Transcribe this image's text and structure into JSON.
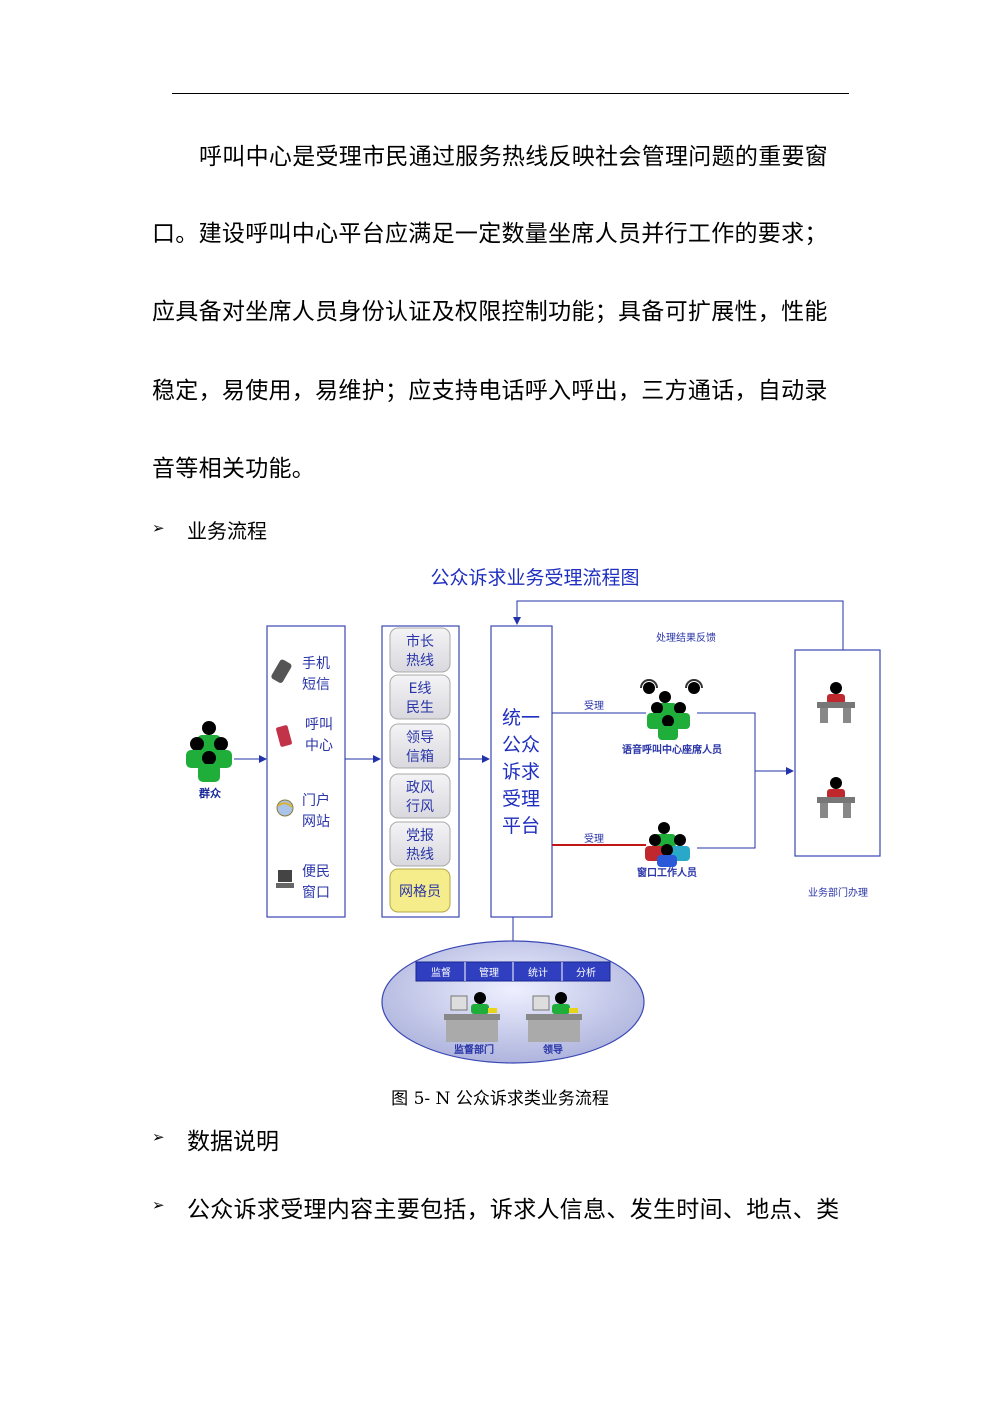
{
  "paragraph": {
    "lines": [
      "呼叫中心是受理市民通过服务热线反映社会管理问题的重要窗",
      "口。建设呼叫中心平台应满足一定数量坐席人员并行工作的要求；",
      "应具备对坐席人员身份认证及权限控制功能；具备可扩展性，性能",
      "稳定，易使用，易维护；应支持电话呼入呼出，三方通话，自动录",
      "音等相关功能。"
    ]
  },
  "bullets": {
    "symbol": "➢",
    "business_flow": "业务流程",
    "data_desc": "数据说明",
    "content": "公众诉求受理内容主要包括，诉求人信息、发生时间、地点、类"
  },
  "diagram": {
    "title": "公众诉求业务受理流程图",
    "public_label": "群众",
    "channels": [
      {
        "label1": "手机",
        "label2": "短信",
        "icon": "mobile-phone-icon"
      },
      {
        "label1": "呼叫",
        "label2": "中心",
        "icon": "telephone-icon"
      },
      {
        "label1": "门户",
        "label2": "网站",
        "icon": "globe-icon"
      },
      {
        "label1": "便民",
        "label2": "窗口",
        "icon": "computer-icon"
      }
    ],
    "sources": [
      {
        "label1": "市长",
        "label2": "热线"
      },
      {
        "label1": "E线",
        "label2": "民生"
      },
      {
        "label1": "领导",
        "label2": "信箱"
      },
      {
        "label1": "政风",
        "label2": "行风"
      },
      {
        "label1": "党报",
        "label2": "热线"
      }
    ],
    "grid_member": "网格员",
    "platform": [
      "统一",
      "公众",
      "诉求",
      "受理",
      "平台"
    ],
    "accept_label": "受理",
    "feedback_label": "处理结果反馈",
    "callcenter_label": "语音呼叫中心座席人员",
    "window_label": "窗口工作人员",
    "dept_label": "业务部门办理",
    "menu": [
      "监督",
      "管理",
      "统计",
      "分析"
    ],
    "supervise_label": "监督部门",
    "leader_label": "领导"
  },
  "caption": "图  5- N 公众诉求类业务流程"
}
